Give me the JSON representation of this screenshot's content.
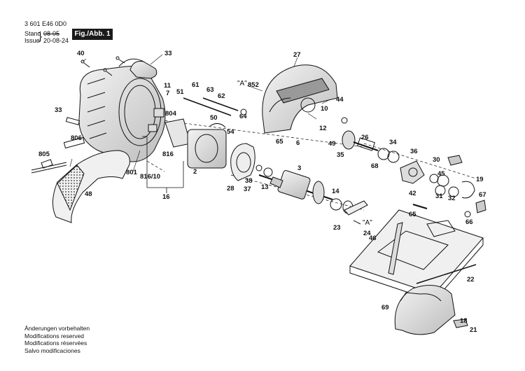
{
  "header": {
    "doc_number": "3 601 E46 0D0",
    "stand_label": "Stand",
    "issue_label": "Issue",
    "stand_value": "08-05",
    "issue_value": "20-08-24",
    "figure_label": "Fig./Abb. 1"
  },
  "view_marker": "\"A\"",
  "parts": [
    {
      "id": "p40",
      "text": "40"
    },
    {
      "id": "p33a",
      "text": "33"
    },
    {
      "id": "p27",
      "text": "27"
    },
    {
      "id": "p11",
      "text": "11"
    },
    {
      "id": "p7",
      "text": "7"
    },
    {
      "id": "p51",
      "text": "51"
    },
    {
      "id": "p61",
      "text": "61"
    },
    {
      "id": "p63",
      "text": "63"
    },
    {
      "id": "p62",
      "text": "62"
    },
    {
      "id": "p852",
      "text": "852"
    },
    {
      "id": "p33b",
      "text": "33"
    },
    {
      "id": "p804",
      "text": "804"
    },
    {
      "id": "p50",
      "text": "50"
    },
    {
      "id": "p64",
      "text": "64"
    },
    {
      "id": "p44",
      "text": "44"
    },
    {
      "id": "p10",
      "text": "10"
    },
    {
      "id": "p12",
      "text": "12"
    },
    {
      "id": "p806",
      "text": "806"
    },
    {
      "id": "p54",
      "text": "54"
    },
    {
      "id": "p65a",
      "text": "65"
    },
    {
      "id": "p6",
      "text": "6"
    },
    {
      "id": "p49",
      "text": "49"
    },
    {
      "id": "p26",
      "text": "26"
    },
    {
      "id": "p34",
      "text": "34"
    },
    {
      "id": "p805",
      "text": "805"
    },
    {
      "id": "p816",
      "text": "816"
    },
    {
      "id": "p35",
      "text": "35"
    },
    {
      "id": "p68",
      "text": "68"
    },
    {
      "id": "p36",
      "text": "36"
    },
    {
      "id": "p30",
      "text": "30"
    },
    {
      "id": "p801",
      "text": "801"
    },
    {
      "id": "p2",
      "text": "2"
    },
    {
      "id": "p3",
      "text": "3"
    },
    {
      "id": "p8161",
      "text": "816/10"
    },
    {
      "id": "p38",
      "text": "38"
    },
    {
      "id": "p45",
      "text": "45"
    },
    {
      "id": "p19",
      "text": "19"
    },
    {
      "id": "p37",
      "text": "37"
    },
    {
      "id": "p13",
      "text": "13"
    },
    {
      "id": "p42",
      "text": "42"
    },
    {
      "id": "p28",
      "text": "28"
    },
    {
      "id": "p14",
      "text": "14"
    },
    {
      "id": "p67",
      "text": "67"
    },
    {
      "id": "p16",
      "text": "16"
    },
    {
      "id": "p48",
      "text": "48"
    },
    {
      "id": "p31",
      "text": "31"
    },
    {
      "id": "p32",
      "text": "32"
    },
    {
      "id": "p65b",
      "text": "65"
    },
    {
      "id": "p66",
      "text": "66"
    },
    {
      "id": "p23",
      "text": "23"
    },
    {
      "id": "p24",
      "text": "24"
    },
    {
      "id": "p46",
      "text": "46"
    },
    {
      "id": "p22",
      "text": "22"
    },
    {
      "id": "p69",
      "text": "69"
    },
    {
      "id": "p18",
      "text": "18"
    },
    {
      "id": "p21",
      "text": "21"
    }
  ],
  "notes": [
    "Änderungen vorbehalten",
    "Modifications reserved",
    "Modifications réservées",
    "Salvo modificaciones"
  ]
}
